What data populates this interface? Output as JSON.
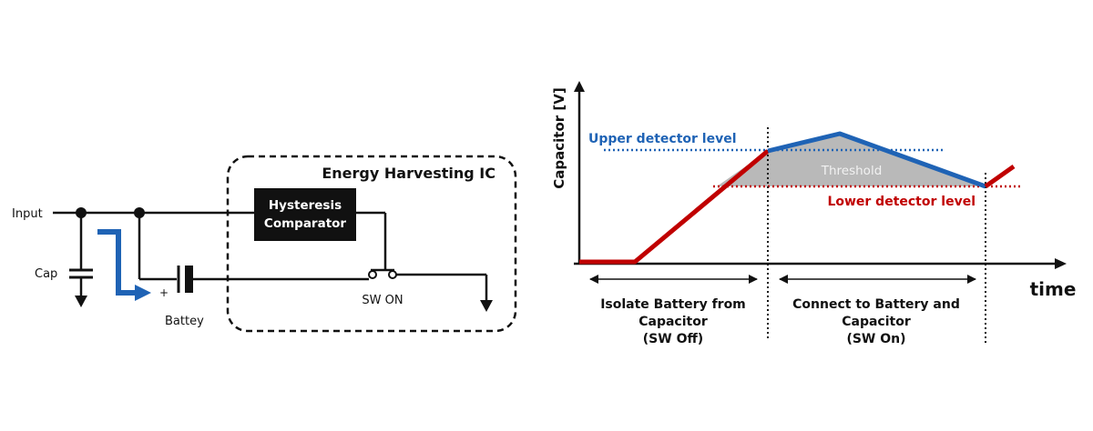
{
  "circuit": {
    "ic_title": "Energy Harvesting IC",
    "comparator_line1": "Hysteresis",
    "comparator_line2": "Comparator",
    "input_label": "Input",
    "cap_label": "Cap",
    "battery_label": "Battey",
    "battery_plus": "+",
    "switch_label": "SW ON"
  },
  "graph": {
    "y_axis_label": "Capacitor [V]",
    "x_axis_label": "time",
    "upper_label": "Upper detector level",
    "lower_label": "Lower detector level",
    "threshold_label": "Threshold",
    "phase1_line1": "Isolate Battery from",
    "phase1_line2": "Capacitor",
    "phase1_line3": "(SW Off)",
    "phase2_line1": "Connect to Battery and",
    "phase2_line2": "Capacitor",
    "phase2_line3": "(SW On)"
  },
  "colors": {
    "blue": "#1f63b5",
    "red": "#c00000",
    "black": "#111111",
    "threshold_fill": "#b9b9b9",
    "threshold_text": "#f2f2f2"
  }
}
